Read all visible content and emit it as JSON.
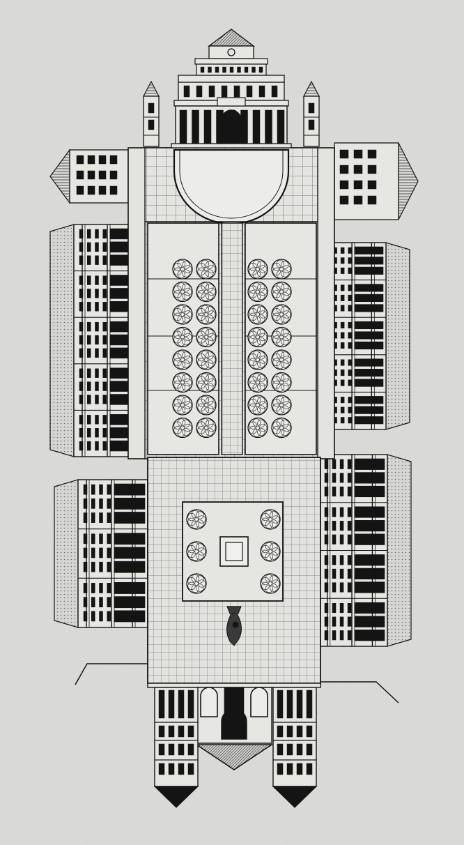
{
  "image": {
    "kind": "architectural engraving",
    "palette": {
      "paper": "#dcdcda",
      "paper_light": "#e6e6e3",
      "ink": "#141414",
      "ink_mid": "#3a3a3a",
      "ink_soft": "#6a6a6a"
    },
    "parts": {
      "upper_court_trees_per_column": 8,
      "lower_court_trees_per_column": 3
    }
  }
}
